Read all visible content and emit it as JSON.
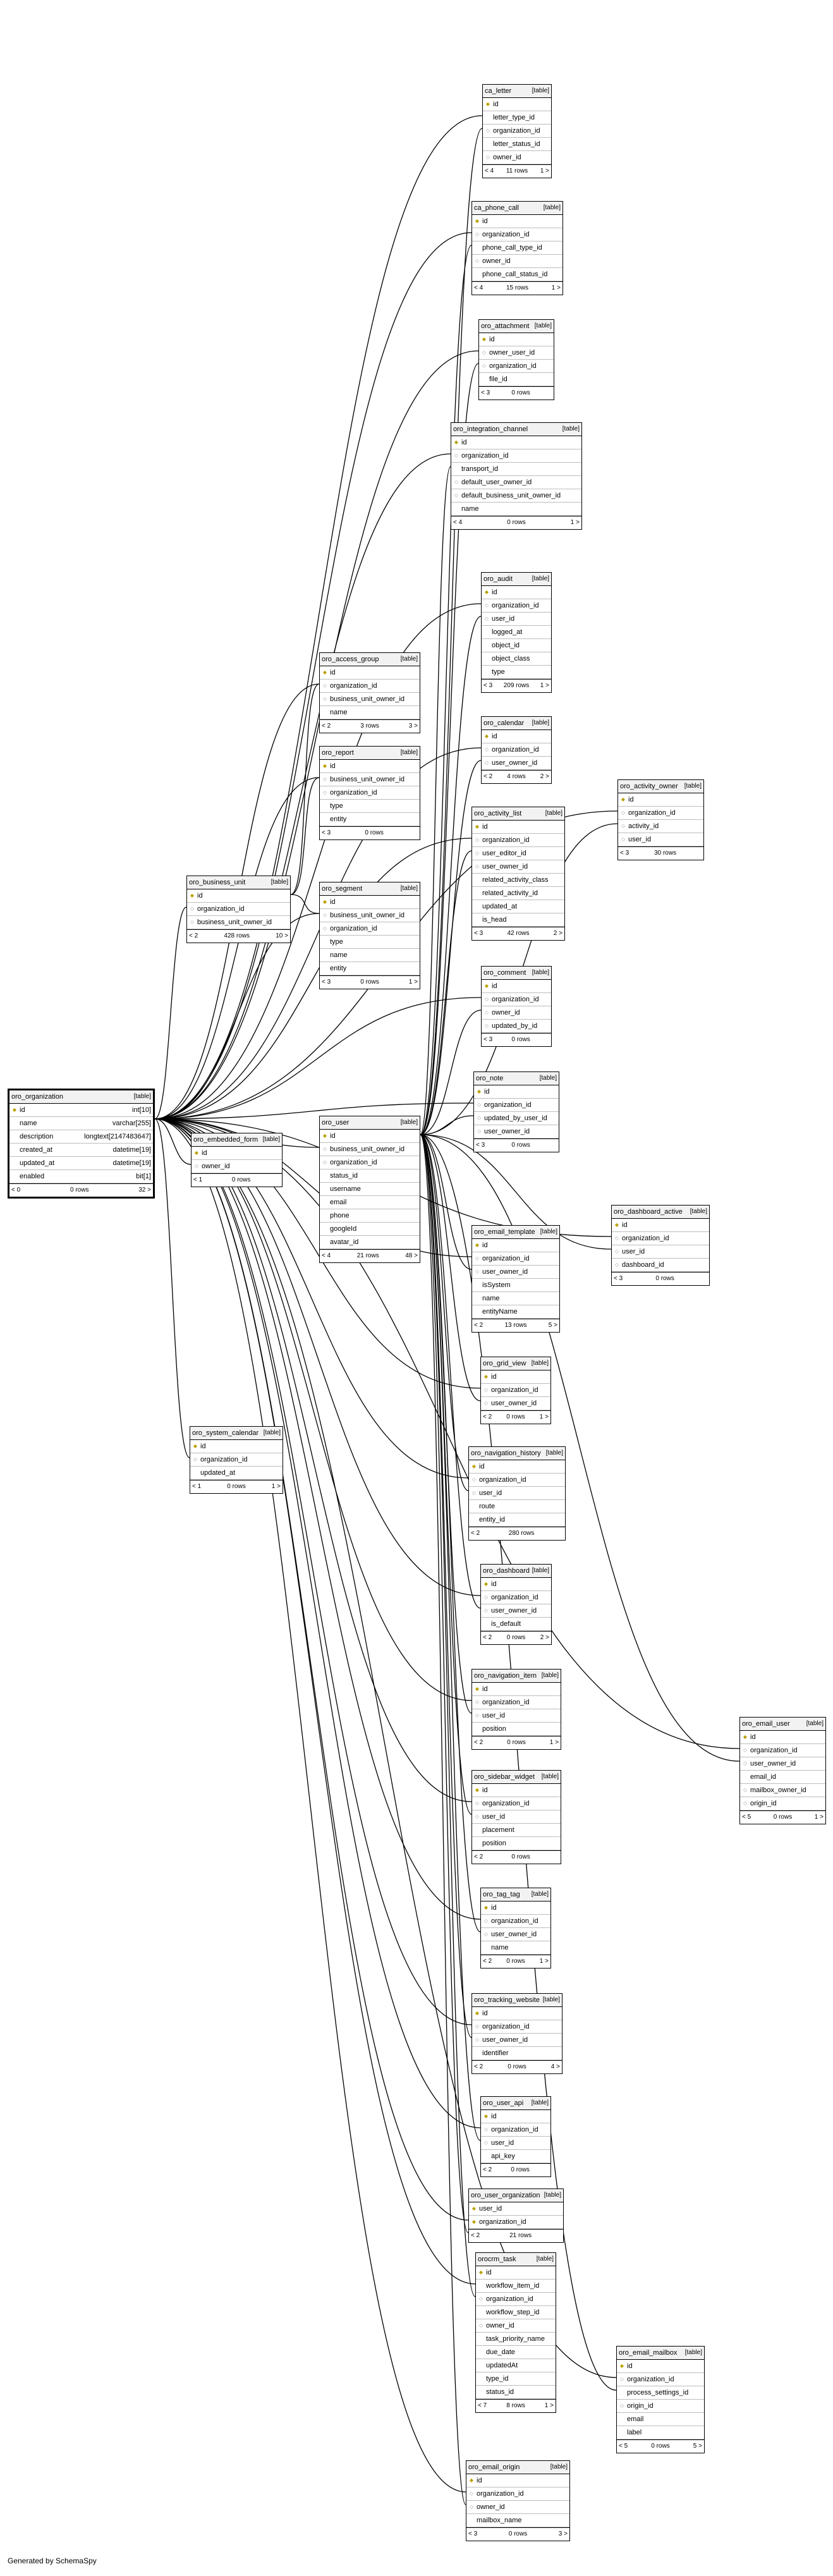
{
  "footer_text": "Generated by SchemaSpy",
  "tables": [
    {
      "name": "ca_letter",
      "tag": "[table]",
      "columns": [
        [
          "pk",
          "id"
        ],
        [
          "",
          "letter_type_id"
        ],
        [
          "fk",
          "organization_id"
        ],
        [
          "",
          "letter_status_id"
        ],
        [
          "fk",
          "owner_id"
        ]
      ],
      "footer": [
        "< 4",
        "11 rows",
        "1 >"
      ]
    },
    {
      "name": "ca_phone_call",
      "tag": "[table]",
      "columns": [
        [
          "pk",
          "id"
        ],
        [
          "fk",
          "organization_id"
        ],
        [
          "",
          "phone_call_type_id"
        ],
        [
          "fk",
          "owner_id"
        ],
        [
          "",
          "phone_call_status_id"
        ]
      ],
      "footer": [
        "< 4",
        "15 rows",
        "1 >"
      ]
    },
    {
      "name": "oro_attachment",
      "tag": "[table]",
      "columns": [
        [
          "pk",
          "id"
        ],
        [
          "fk",
          "owner_user_id"
        ],
        [
          "fk",
          "organization_id"
        ],
        [
          "",
          "file_id"
        ]
      ],
      "footer": [
        "< 3",
        "0 rows",
        ""
      ]
    },
    {
      "name": "oro_integration_channel",
      "tag": "[table]",
      "columns": [
        [
          "pk",
          "id"
        ],
        [
          "fk",
          "organization_id"
        ],
        [
          "",
          "transport_id"
        ],
        [
          "fk",
          "default_user_owner_id"
        ],
        [
          "fk",
          "default_business_unit_owner_id"
        ],
        [
          "",
          "name"
        ]
      ],
      "footer": [
        "< 4",
        "0 rows",
        "1 >"
      ]
    },
    {
      "name": "oro_audit",
      "tag": "[table]",
      "columns": [
        [
          "pk",
          "id"
        ],
        [
          "fk",
          "organization_id"
        ],
        [
          "fk",
          "user_id"
        ],
        [
          "",
          "logged_at"
        ],
        [
          "",
          "object_id"
        ],
        [
          "",
          "object_class"
        ],
        [
          "",
          "type"
        ]
      ],
      "footer": [
        "< 3",
        "209 rows",
        "1 >"
      ]
    },
    {
      "name": "oro_calendar",
      "tag": "[table]",
      "columns": [
        [
          "pk",
          "id"
        ],
        [
          "fk",
          "organization_id"
        ],
        [
          "fk",
          "user_owner_id"
        ]
      ],
      "footer": [
        "< 2",
        "4 rows",
        "2 >"
      ]
    },
    {
      "name": "oro_activity_owner",
      "tag": "[table]",
      "columns": [
        [
          "pk",
          "id"
        ],
        [
          "fk",
          "organization_id"
        ],
        [
          "fk",
          "activity_id"
        ],
        [
          "fk",
          "user_id"
        ]
      ],
      "footer": [
        "< 3",
        "30 rows",
        ""
      ]
    },
    {
      "name": "oro_access_group",
      "tag": "[table]",
      "columns": [
        [
          "pk",
          "id"
        ],
        [
          "fk",
          "organization_id"
        ],
        [
          "fk",
          "business_unit_owner_id"
        ],
        [
          "",
          "name"
        ]
      ],
      "footer": [
        "< 2",
        "3 rows",
        "3 >"
      ]
    },
    {
      "name": "oro_report",
      "tag": "[table]",
      "columns": [
        [
          "pk",
          "id"
        ],
        [
          "fk",
          "business_unit_owner_id"
        ],
        [
          "fk",
          "organization_id"
        ],
        [
          "",
          "type"
        ],
        [
          "",
          "entity"
        ]
      ],
      "footer": [
        "< 3",
        "0 rows",
        ""
      ]
    },
    {
      "name": "oro_activity_list",
      "tag": "[table]",
      "columns": [
        [
          "pk",
          "id"
        ],
        [
          "fk",
          "organization_id"
        ],
        [
          "fk",
          "user_editor_id"
        ],
        [
          "fk",
          "user_owner_id"
        ],
        [
          "",
          "related_activity_class"
        ],
        [
          "",
          "related_activity_id"
        ],
        [
          "",
          "updated_at"
        ],
        [
          "",
          "is_head"
        ]
      ],
      "footer": [
        "< 3",
        "42 rows",
        "2 >"
      ]
    },
    {
      "name": "oro_business_unit",
      "tag": "[table]",
      "columns": [
        [
          "pk",
          "id"
        ],
        [
          "fk",
          "organization_id"
        ],
        [
          "fk",
          "business_unit_owner_id"
        ]
      ],
      "footer": [
        "< 2",
        "428 rows",
        "10 >"
      ]
    },
    {
      "name": "oro_segment",
      "tag": "[table]",
      "columns": [
        [
          "pk",
          "id"
        ],
        [
          "fk",
          "business_unit_owner_id"
        ],
        [
          "fk",
          "organization_id"
        ],
        [
          "",
          "type"
        ],
        [
          "",
          "name"
        ],
        [
          "",
          "entity"
        ]
      ],
      "footer": [
        "< 3",
        "0 rows",
        "1 >"
      ]
    },
    {
      "name": "oro_comment",
      "tag": "[table]",
      "columns": [
        [
          "pk",
          "id"
        ],
        [
          "fk",
          "organization_id"
        ],
        [
          "fk",
          "owner_id"
        ],
        [
          "fk",
          "updated_by_id"
        ]
      ],
      "footer": [
        "< 3",
        "0 rows",
        ""
      ]
    },
    {
      "name": "oro_note",
      "tag": "[table]",
      "columns": [
        [
          "pk",
          "id"
        ],
        [
          "fk",
          "organization_id"
        ],
        [
          "fk",
          "updated_by_user_id"
        ],
        [
          "fk",
          "user_owner_id"
        ]
      ],
      "footer": [
        "< 3",
        "0 rows",
        ""
      ]
    },
    {
      "name": "oro_organization",
      "tag": "[table]",
      "columns": [
        [
          "pk",
          "id",
          "int[10]"
        ],
        [
          "",
          "name",
          "varchar[255]"
        ],
        [
          "",
          "description",
          "longtext[2147483647]"
        ],
        [
          "",
          "created_at",
          "datetime[19]"
        ],
        [
          "",
          "updated_at",
          "datetime[19]"
        ],
        [
          "",
          "enabled",
          "bit[1]"
        ]
      ],
      "footer": [
        "< 0",
        "0 rows",
        "32 >"
      ]
    },
    {
      "name": "oro_embedded_form",
      "tag": "[table]",
      "columns": [
        [
          "pk",
          "id"
        ],
        [
          "fk",
          "owner_id"
        ]
      ],
      "footer": [
        "< 1",
        "0 rows",
        ""
      ]
    },
    {
      "name": "oro_user",
      "tag": "[table]",
      "columns": [
        [
          "pk",
          "id"
        ],
        [
          "fk",
          "business_unit_owner_id"
        ],
        [
          "fk",
          "organization_id"
        ],
        [
          "",
          "status_id"
        ],
        [
          "",
          "username"
        ],
        [
          "",
          "email"
        ],
        [
          "",
          "phone"
        ],
        [
          "",
          "googleId"
        ],
        [
          "",
          "avatar_id"
        ]
      ],
      "footer": [
        "< 4",
        "21 rows",
        "48 >"
      ]
    },
    {
      "name": "oro_dashboard_active",
      "tag": "[table]",
      "columns": [
        [
          "pk",
          "id"
        ],
        [
          "fk",
          "organization_id"
        ],
        [
          "fk",
          "user_id"
        ],
        [
          "fk",
          "dashboard_id"
        ]
      ],
      "footer": [
        "< 3",
        "0 rows",
        ""
      ]
    },
    {
      "name": "oro_email_template",
      "tag": "[table]",
      "columns": [
        [
          "pk",
          "id"
        ],
        [
          "fk",
          "organization_id"
        ],
        [
          "fk",
          "user_owner_id"
        ],
        [
          "",
          "isSystem"
        ],
        [
          "",
          "name"
        ],
        [
          "",
          "entityName"
        ]
      ],
      "footer": [
        "< 2",
        "13 rows",
        "5 >"
      ]
    },
    {
      "name": "oro_grid_view",
      "tag": "[table]",
      "columns": [
        [
          "pk",
          "id"
        ],
        [
          "fk",
          "organization_id"
        ],
        [
          "fk",
          "user_owner_id"
        ]
      ],
      "footer": [
        "< 2",
        "0 rows",
        "1 >"
      ]
    },
    {
      "name": "oro_system_calendar",
      "tag": "[table]",
      "columns": [
        [
          "pk",
          "id"
        ],
        [
          "fk",
          "organization_id"
        ],
        [
          "",
          "updated_at"
        ]
      ],
      "footer": [
        "< 1",
        "0 rows",
        "1 >"
      ]
    },
    {
      "name": "oro_navigation_history",
      "tag": "[table]",
      "columns": [
        [
          "pk",
          "id"
        ],
        [
          "fk",
          "organization_id"
        ],
        [
          "fk",
          "user_id"
        ],
        [
          "",
          "route"
        ],
        [
          "",
          "entity_id"
        ]
      ],
      "footer": [
        "< 2",
        "280 rows",
        ""
      ]
    },
    {
      "name": "oro_dashboard",
      "tag": "[table]",
      "columns": [
        [
          "pk",
          "id"
        ],
        [
          "fk",
          "organization_id"
        ],
        [
          "fk",
          "user_owner_id"
        ],
        [
          "",
          "is_default"
        ]
      ],
      "footer": [
        "< 2",
        "0 rows",
        "2 >"
      ]
    },
    {
      "name": "oro_navigation_item",
      "tag": "[table]",
      "columns": [
        [
          "pk",
          "id"
        ],
        [
          "fk",
          "organization_id"
        ],
        [
          "fk",
          "user_id"
        ],
        [
          "",
          "position"
        ]
      ],
      "footer": [
        "< 2",
        "0 rows",
        "1 >"
      ]
    },
    {
      "name": "oro_email_user",
      "tag": "[table]",
      "columns": [
        [
          "pk",
          "id"
        ],
        [
          "fk",
          "organization_id"
        ],
        [
          "fk",
          "user_owner_id"
        ],
        [
          "",
          "email_id"
        ],
        [
          "fk",
          "mailbox_owner_id"
        ],
        [
          "fk",
          "origin_id"
        ]
      ],
      "footer": [
        "< 5",
        "0 rows",
        "1 >"
      ]
    },
    {
      "name": "oro_sidebar_widget",
      "tag": "[table]",
      "columns": [
        [
          "pk",
          "id"
        ],
        [
          "fk",
          "organization_id"
        ],
        [
          "fk",
          "user_id"
        ],
        [
          "",
          "placement"
        ],
        [
          "",
          "position"
        ]
      ],
      "footer": [
        "< 2",
        "0 rows",
        ""
      ]
    },
    {
      "name": "oro_tag_tag",
      "tag": "[table]",
      "columns": [
        [
          "pk",
          "id"
        ],
        [
          "fk",
          "organization_id"
        ],
        [
          "fk",
          "user_owner_id"
        ],
        [
          "",
          "name"
        ]
      ],
      "footer": [
        "< 2",
        "0 rows",
        "1 >"
      ]
    },
    {
      "name": "oro_tracking_website",
      "tag": "[table]",
      "columns": [
        [
          "pk",
          "id"
        ],
        [
          "fk",
          "organization_id"
        ],
        [
          "fk",
          "user_owner_id"
        ],
        [
          "",
          "identifier"
        ]
      ],
      "footer": [
        "< 2",
        "0 rows",
        "4 >"
      ]
    },
    {
      "name": "oro_user_api",
      "tag": "[table]",
      "columns": [
        [
          "pk",
          "id"
        ],
        [
          "fk",
          "organization_id"
        ],
        [
          "fk",
          "user_id"
        ],
        [
          "",
          "api_key"
        ]
      ],
      "footer": [
        "< 2",
        "0 rows",
        ""
      ]
    },
    {
      "name": "oro_user_organization",
      "tag": "[table]",
      "columns": [
        [
          "pk",
          "user_id"
        ],
        [
          "pk",
          "organization_id"
        ]
      ],
      "footer": [
        "< 2",
        "21 rows",
        ""
      ]
    },
    {
      "name": "orocrm_task",
      "tag": "[table]",
      "columns": [
        [
          "pk",
          "id"
        ],
        [
          "",
          "workflow_item_id"
        ],
        [
          "fk",
          "organization_id"
        ],
        [
          "",
          "workflow_step_id"
        ],
        [
          "fk",
          "owner_id"
        ],
        [
          "",
          "task_priority_name"
        ],
        [
          "",
          "due_date"
        ],
        [
          "",
          "updatedAt"
        ],
        [
          "",
          "type_id"
        ],
        [
          "",
          "status_id"
        ]
      ],
      "footer": [
        "< 7",
        "8 rows",
        "1 >"
      ]
    },
    {
      "name": "oro_email_mailbox",
      "tag": "[table]",
      "columns": [
        [
          "pk",
          "id"
        ],
        [
          "fk",
          "organization_id"
        ],
        [
          "",
          "process_settings_id"
        ],
        [
          "fk",
          "origin_id"
        ],
        [
          "",
          "email"
        ],
        [
          "",
          "label"
        ]
      ],
      "footer": [
        "< 5",
        "0 rows",
        "5 >"
      ]
    },
    {
      "name": "oro_email_origin",
      "tag": "[table]",
      "columns": [
        [
          "pk",
          "id"
        ],
        [
          "fk",
          "organization_id"
        ],
        [
          "fk",
          "owner_id"
        ],
        [
          "",
          "mailbox_name"
        ]
      ],
      "footer": [
        "< 3",
        "0 rows",
        "3 >"
      ]
    }
  ]
}
